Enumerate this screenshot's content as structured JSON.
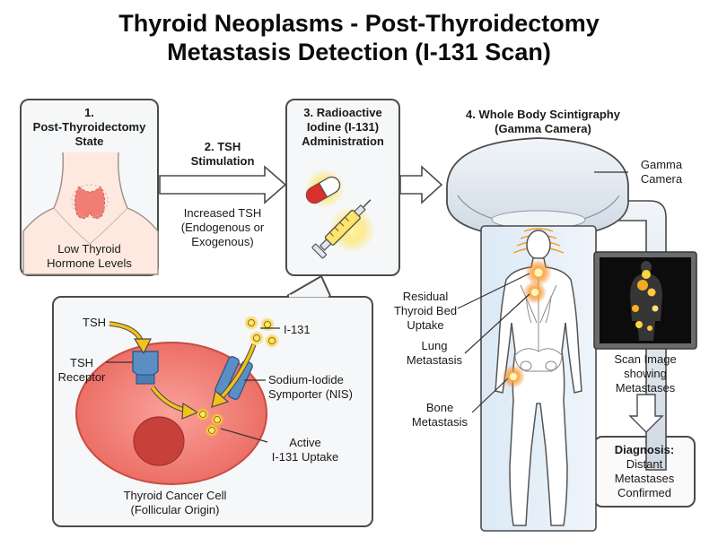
{
  "title": {
    "line1": "Thyroid Neoplasms - Post-Thyroidectomy",
    "line2": "Metastasis Detection (I-131 Scan)"
  },
  "step1": {
    "number": "1.",
    "heading": "Post-Thyroidectomy",
    "heading2": "State",
    "caption1": "Low Thyroid",
    "caption2": "Hormone Levels"
  },
  "step2": {
    "heading1": "2. TSH",
    "heading2": "Stimulation",
    "caption1": "Increased TSH",
    "caption2": "(Endogenous or",
    "caption3": "Exogenous)"
  },
  "step3": {
    "heading1": "3. Radioactive",
    "heading2": "Iodine (I-131)",
    "heading3": "Administration"
  },
  "step4": {
    "heading1": "4. Whole Body Scintigraphy",
    "heading2": "(Gamma Camera)",
    "camera1": "Gamma",
    "camera2": "Camera"
  },
  "cell": {
    "tsh": "TSH",
    "receptor1": "TSH",
    "receptor2": "Receptor",
    "i131": "I-131",
    "nis1": "Sodium-Iodide",
    "nis2": "Symporter (NIS)",
    "uptake1": "Active",
    "uptake2": "I-131 Uptake",
    "name1": "Thyroid Cancer Cell",
    "name2": "(Follicular Origin)"
  },
  "body_labels": {
    "residual1": "Residual",
    "residual2": "Thyroid Bed",
    "residual3": "Uptake",
    "lung1": "Lung",
    "lung2": "Metastasis",
    "bone1": "Bone",
    "bone2": "Metastasis"
  },
  "scan": {
    "caption1": "Scan Image",
    "caption2": "showing",
    "caption3": "Metastases"
  },
  "diagnosis": {
    "heading": "Diagnosis:",
    "line1": "Distant",
    "line2": "Metastases",
    "line3": "Confirmed"
  },
  "colors": {
    "arrow_yellow": "#f2c21a",
    "receptor_blue": "#5b8fc4",
    "cell_red": "#ef7b72",
    "glow_orange": "#f7941d"
  }
}
